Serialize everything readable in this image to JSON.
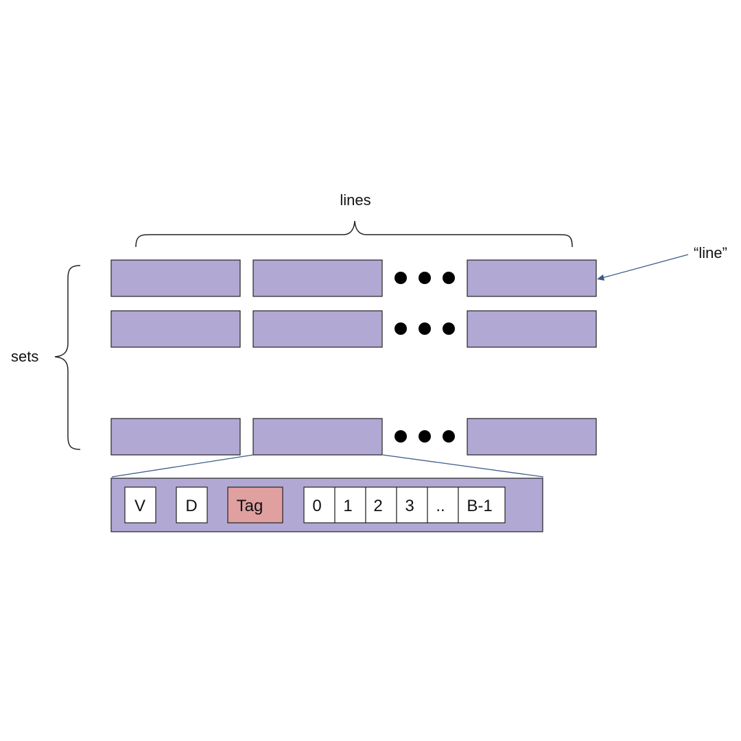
{
  "labels": {
    "lines": "lines",
    "sets": "sets",
    "line_callout": "“line”"
  },
  "line_fields": {
    "valid": "V",
    "dirty": "D",
    "tag": "Tag",
    "bytes": [
      "0",
      "1",
      "2",
      "3",
      "..",
      "B-1"
    ]
  },
  "colors": {
    "line_fill": "#b2a8d4",
    "tag_fill": "#e0a0a0",
    "cell_fill": "#ffffff",
    "stroke": "#222222",
    "arrow": "#3b5a8a"
  }
}
